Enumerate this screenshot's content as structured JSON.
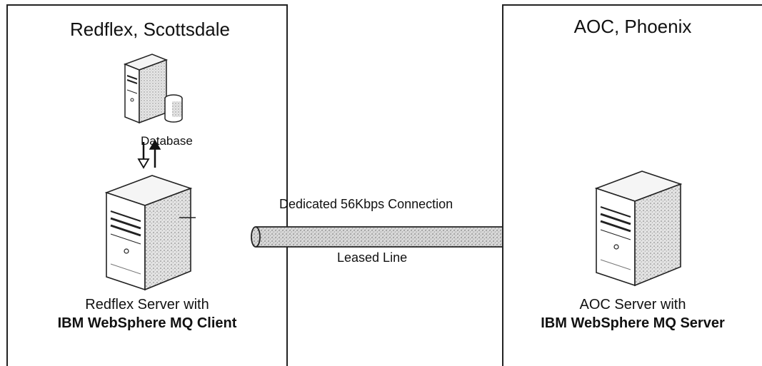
{
  "left_site": {
    "title": "Redflex, Scottsdale",
    "database_label": "Database",
    "server_caption_line1": "Redflex Server with",
    "server_caption_line2": "IBM WebSphere MQ Client"
  },
  "right_site": {
    "title": "AOC, Phoenix",
    "server_caption_line1": "AOC Server with",
    "server_caption_line2": "IBM WebSphere MQ Server"
  },
  "connection": {
    "label_top": "Dedicated 56Kbps Connection",
    "label_bottom": "Leased Line"
  },
  "icons": [
    "database-server-icon",
    "redflex-server-tower-icon",
    "aoc-server-tower-icon",
    "bidirectional-arrows-icon",
    "leased-line-pipe-icon"
  ]
}
